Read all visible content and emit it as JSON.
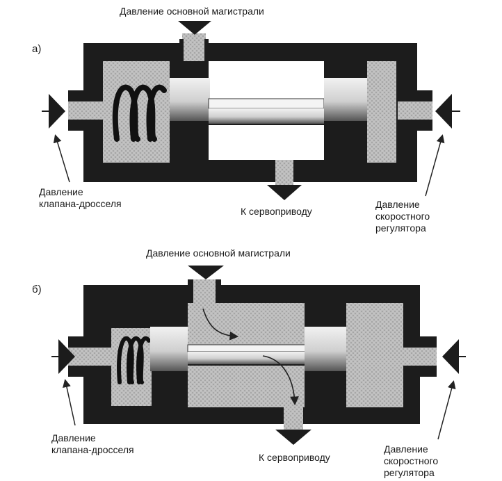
{
  "panel_a": {
    "letter": "а)",
    "top_label": "Давление основной магистрали",
    "left_label_line1": "Давление",
    "left_label_line2": "клапана-дросселя",
    "bottom_label": "К сервоприводу",
    "right_label_line1": "Давление",
    "right_label_line2": "скоростного",
    "right_label_line3": "регулятора"
  },
  "panel_b": {
    "letter": "б)",
    "top_label": "Давление основной магистрали",
    "left_label_line1": "Давление",
    "left_label_line2": "клапана-дросселя",
    "bottom_label": "К сервоприводу",
    "right_label_line1": "Давление",
    "right_label_line2": "скоростного",
    "right_label_line3": "регулятора"
  }
}
